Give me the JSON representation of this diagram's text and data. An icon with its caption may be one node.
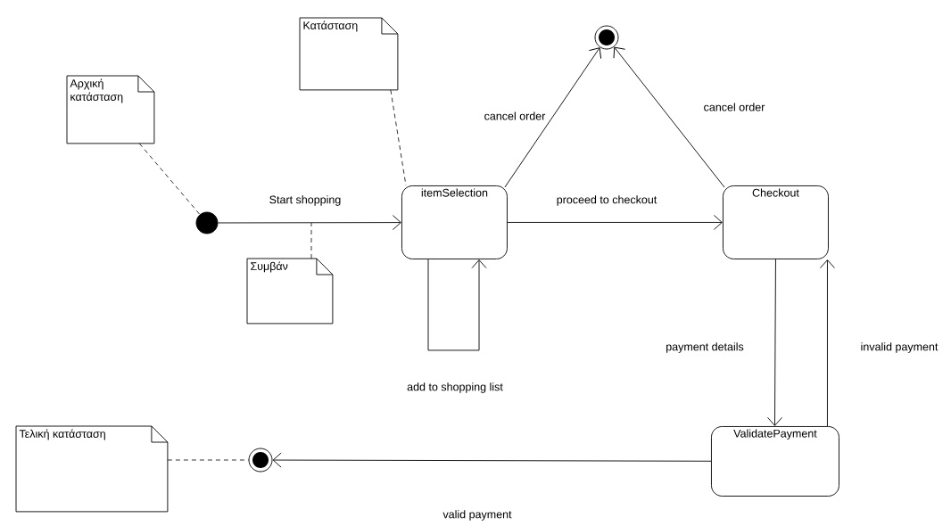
{
  "diagram": {
    "nodes": [
      {
        "text": [
          "Αρχική κατάσταση"
        ]
      },
      {
        "text": [
          "Κατάσταση"
        ]
      },
      {
        "text": [],
        "shape": "circle"
      },
      {
        "text": [
          "itemSelection"
        ]
      },
      {
        "text": [],
        "shape": "bullseye"
      },
      {
        "text": [
          "Checkout"
        ]
      },
      {
        "text": [
          "Συμβάν"
        ]
      },
      {
        "text": [
          "ValidatePayment"
        ]
      },
      {
        "text": [],
        "shape": "bullseye"
      },
      {
        "text": [
          "Τελική κατάσταση"
        ]
      }
    ],
    "edges": [
      {
        "from": 2,
        "to": 3,
        "arrow": "to",
        "label": "Start shopping"
      },
      {
        "from": 3,
        "to": 3,
        "arrow": "to",
        "label": "add to shopping list"
      },
      {
        "from": 3,
        "to": 4,
        "arrow": "to",
        "label": "cancel order"
      },
      {
        "from": 3,
        "to": 5,
        "arrow": "to",
        "label": "proceed to checkout"
      },
      {
        "from": 5,
        "to": 4,
        "arrow": "to",
        "label": "cancel order"
      },
      {
        "from": 5,
        "to": 7,
        "arrow": "to",
        "label": "payment details"
      },
      {
        "from": 7,
        "to": 5,
        "arrow": "to",
        "label": "invalid payment"
      },
      {
        "from": 7,
        "to": 8,
        "arrow": "to",
        "label": "valid payment"
      },
      {
        "from": 0,
        "to": 2,
        "arrow": "none",
        "style": "dashed"
      },
      {
        "from": 1,
        "to": 3,
        "arrow": "none",
        "style": "dashed"
      },
      {
        "from": 6,
        "to": null,
        "arrow": "none",
        "style": "dashed"
      },
      {
        "from": 9,
        "to": 8,
        "arrow": "none",
        "style": "dashed"
      }
    ]
  }
}
